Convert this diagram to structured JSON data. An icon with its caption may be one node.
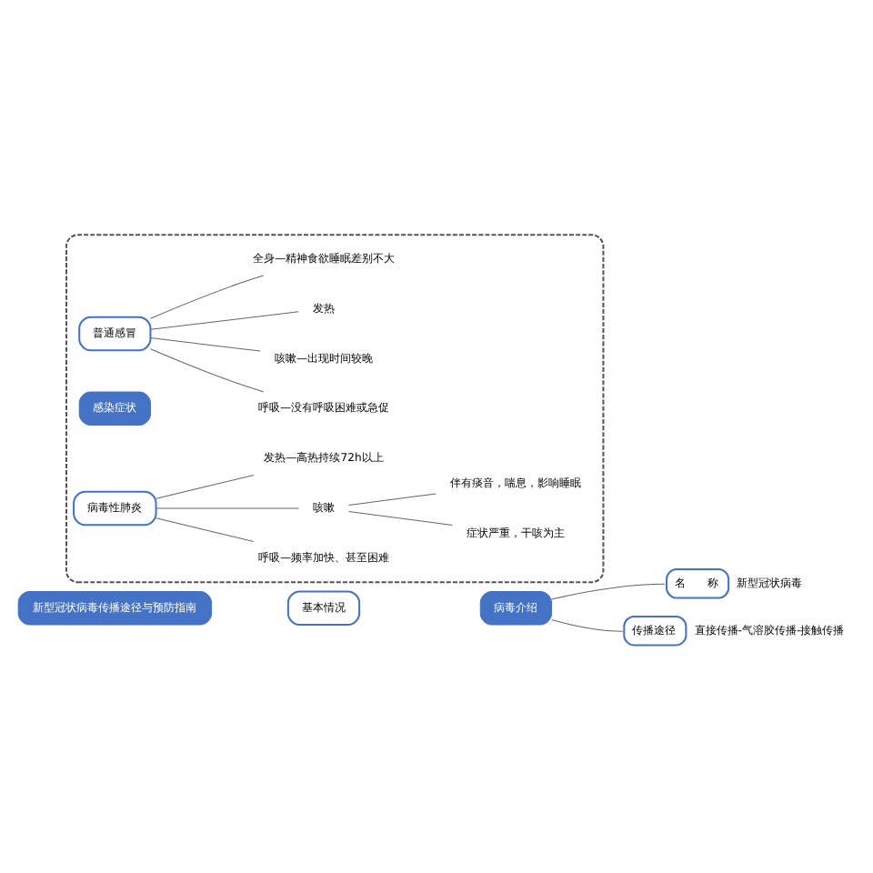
{
  "diagram": {
    "nodes": [
      {
        "text": [
          "新型冠状病毒传播途径与预防指南"
        ]
      },
      {
        "text": [
          "基本情况"
        ]
      },
      {
        "text": [
          "病毒介绍"
        ]
      },
      {
        "text": [
          "名　　称"
        ],
        "beside": [
          "新型冠状病毒"
        ]
      },
      {
        "text": [
          "传播途径"
        ],
        "beside": [
          "直接传播-气溶胶传播-接触传播"
        ]
      },
      {
        "text": [],
        "shape": "box"
      },
      {
        "text": [
          "普通感冒"
        ],
        "in": 5
      },
      {
        "text": [
          "呼吸—没有呼吸困难或急促"
        ],
        "in": 5
      },
      {
        "text": [
          "咳嗽—出现时间较晚"
        ],
        "in": 5
      },
      {
        "text": [
          "发热"
        ],
        "in": 5
      },
      {
        "text": [
          "全身—精神食欲睡眠差别不大"
        ],
        "in": 5
      },
      {
        "text": [
          "感染症状"
        ],
        "in": 5
      },
      {
        "text": [
          "病毒性肺炎"
        ],
        "in": 5
      },
      {
        "text": [
          "呼吸—频率加快、甚至困难"
        ],
        "in": 5
      },
      {
        "text": [
          "咳嗽"
        ],
        "in": 5
      },
      {
        "text": [
          "症状严重，干咳为主"
        ],
        "in": 5
      },
      {
        "text": [
          "伴有痰音，喘息，影响睡眠"
        ],
        "in": 5
      },
      {
        "text": [
          "发热—高热持续72h以上"
        ],
        "in": 5
      }
    ],
    "edges": [
      {
        "from": 2,
        "to": 3,
        "arrow": "none"
      },
      {
        "from": 2,
        "to": 4,
        "arrow": "none"
      },
      {
        "from": 6,
        "to": 7,
        "arrow": "none"
      },
      {
        "from": 6,
        "to": 8,
        "arrow": "none"
      },
      {
        "from": 6,
        "to": 9,
        "arrow": "none"
      },
      {
        "from": 6,
        "to": 10,
        "arrow": "none"
      },
      {
        "from": 12,
        "to": 13,
        "arrow": "none"
      },
      {
        "from": 12,
        "to": 14,
        "arrow": "none"
      },
      {
        "from": 12,
        "to": 17,
        "arrow": "none"
      },
      {
        "from": 14,
        "to": 15,
        "arrow": "none"
      },
      {
        "from": 14,
        "to": 16,
        "arrow": "none"
      }
    ]
  }
}
